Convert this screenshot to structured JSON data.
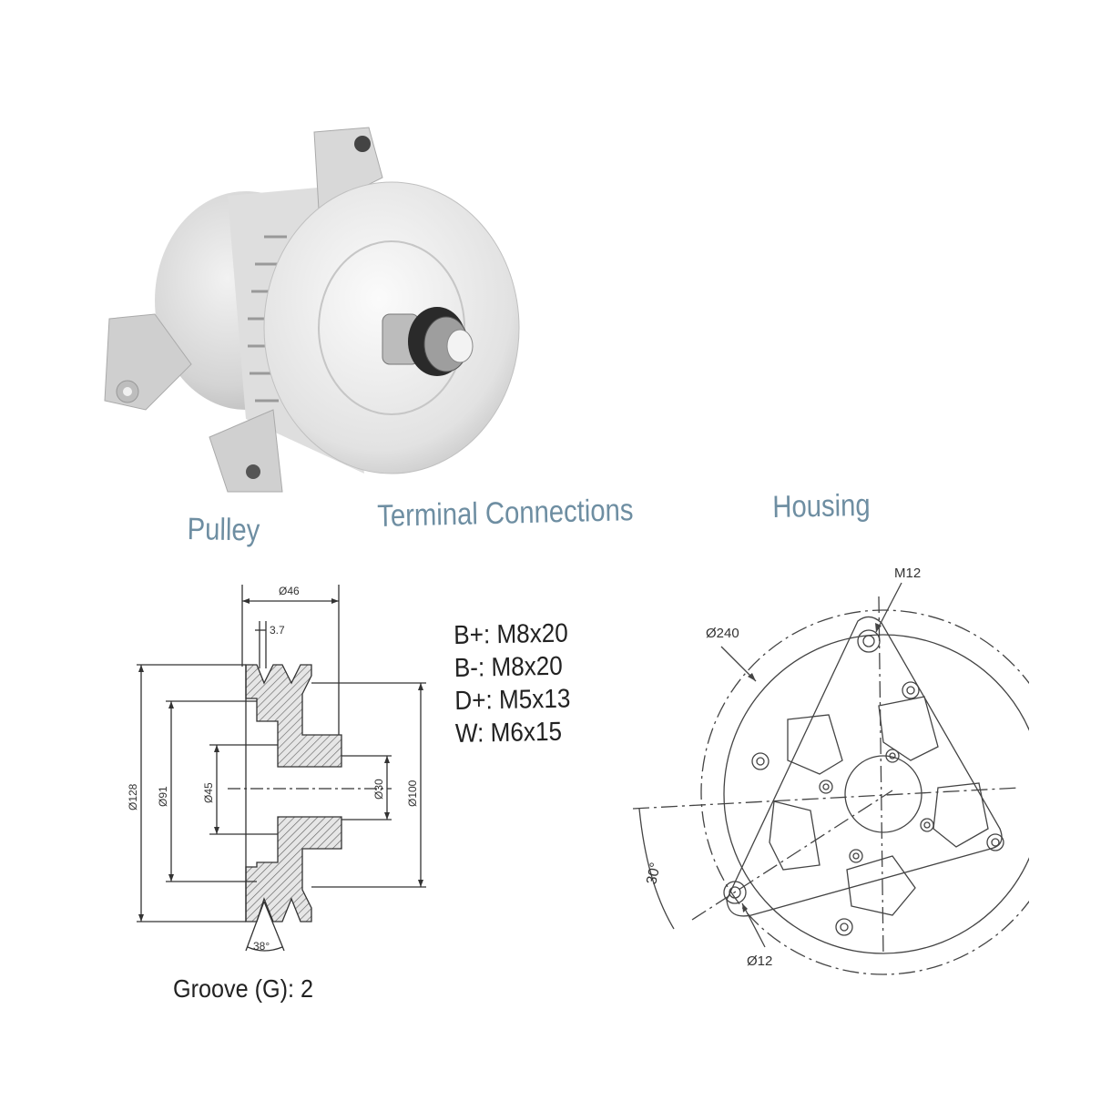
{
  "sections": {
    "pulley_title": "Pulley",
    "terminal_title": "Terminal Connections",
    "housing_title": "Housing"
  },
  "pulley": {
    "dim_hub": "Ø46",
    "dim_groove_offset": "3.7",
    "dim_outer": "Ø128",
    "dim_groove_bottom": "Ø91",
    "dim_bore_outer": "Ø45",
    "dim_bore": "Ø30",
    "dim_flange": "Ø100",
    "angle": "38°",
    "groove_text": "Groove (G): 2"
  },
  "terminals": [
    {
      "label": "B+: M8x20"
    },
    {
      "label": "B-: M8x20"
    },
    {
      "label": "D+: M5x13"
    },
    {
      "label": "W: M6x15"
    }
  ],
  "housing": {
    "thread": "M12",
    "pitch_diameter": "Ø240",
    "angle": "30°",
    "hole": "Ø12"
  }
}
